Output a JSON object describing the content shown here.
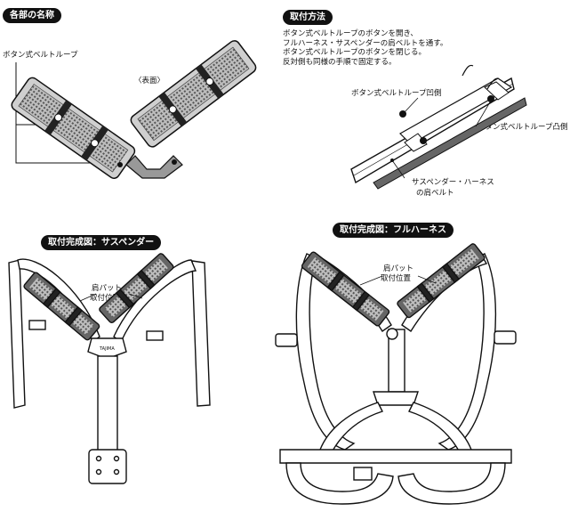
{
  "sections": {
    "parts_names": "各部の名称",
    "attach_method": "取付方法",
    "complete_suspender": "取付完成図：サスペンダー",
    "complete_fullharness": "取付完成図：フルハーネス"
  },
  "parts": {
    "button_loop_label": "ボタン式ベルトループ",
    "front_label": "〈表面〉"
  },
  "steps": [
    "ボタン式ベルトループのボタンを開き、",
    "フルハーネス・サスペンダーの肩ベルトを通す。",
    "ボタン式ベルトループのボタンを閉じる。",
    "反対側も同様の手順で固定する。"
  ],
  "attach_labels": {
    "concave": "ボタン式ベルトループ凹側",
    "convex": "ボタン式ベルトループ凸側",
    "shoulder_belt": [
      "サスペンダー・ハーネス",
      "の肩ベルト"
    ]
  },
  "pad_position": [
    "肩パット",
    "取付位置"
  ],
  "brand": "TAJIMA"
}
